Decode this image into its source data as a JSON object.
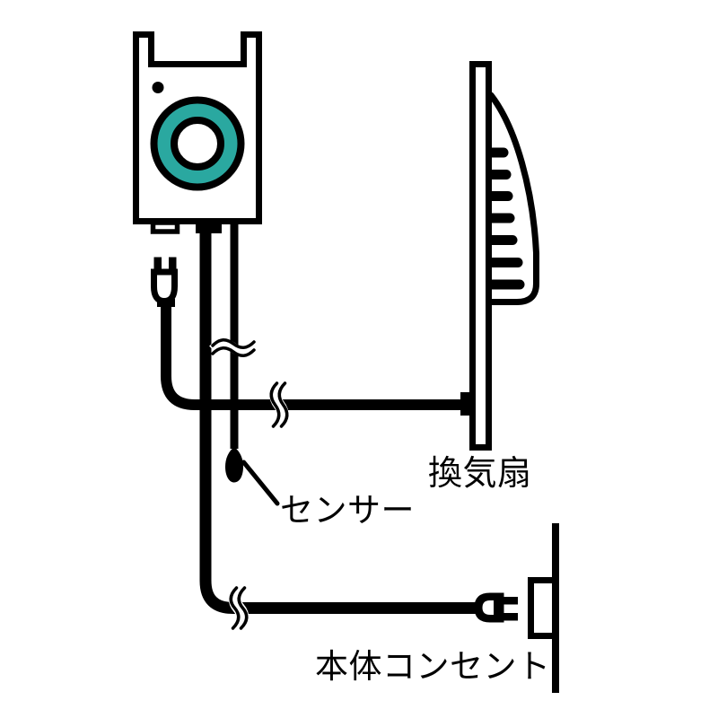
{
  "diagram": {
    "labels": {
      "fan": "換気扇",
      "sensor": "センサー",
      "outlet": "本体コンセント"
    },
    "colors": {
      "accent": "#2aa8a0",
      "line": "#000000",
      "background": "#ffffff"
    },
    "icons": {
      "controller": "controller-unit-icon",
      "controller_dial": "dial-ring-icon",
      "controller_plug": "power-plug-icon",
      "sensor": "sensor-probe-icon",
      "fan": "ventilation-fan-icon",
      "outlet_plug": "outlet-plug-icon",
      "outlet": "wall-outlet-icon",
      "cable_break": "cable-break-icon"
    }
  }
}
